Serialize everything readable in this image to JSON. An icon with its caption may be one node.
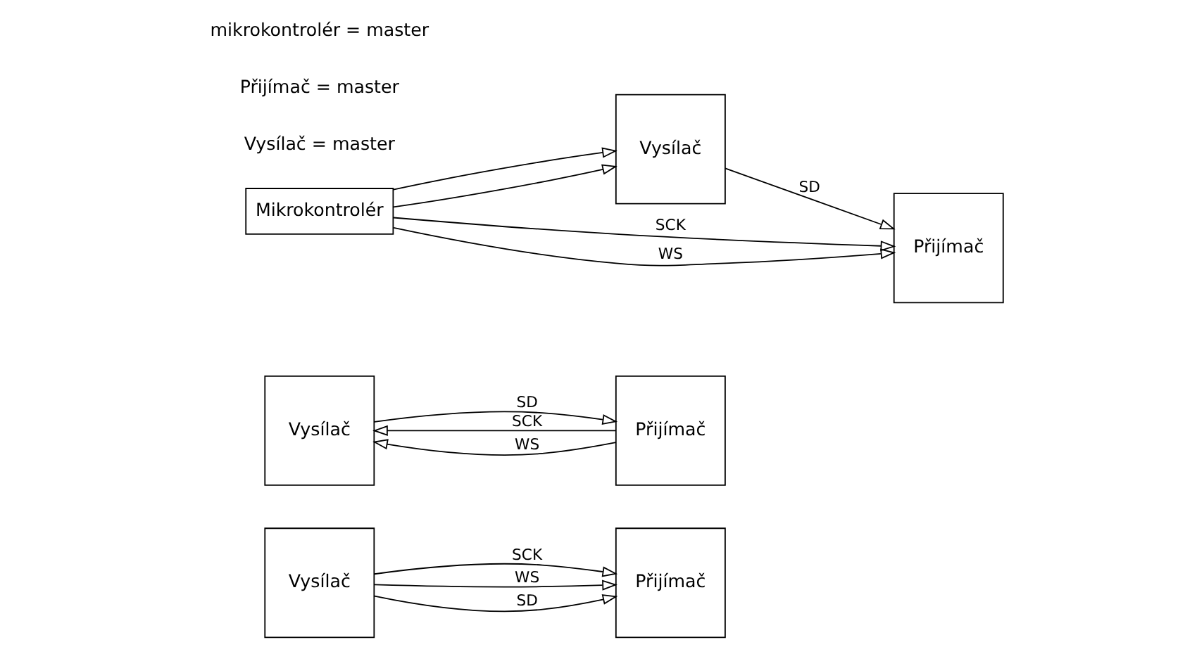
{
  "diagram": {
    "nodes": [
      {
        "text": [
          "Vysílač"
        ]
      },
      {
        "text": [
          "Přijímač"
        ]
      },
      {
        "text": [
          "Vysílač"
        ]
      },
      {
        "text": [
          "Přijímač"
        ]
      },
      {
        "text": [
          "Mikrokontrolér"
        ]
      },
      {
        "text": [
          "Vysílač"
        ]
      },
      {
        "text": [
          "Přijímač"
        ]
      }
    ],
    "edges": [
      {
        "from": 0,
        "to": 1,
        "arrow": "to",
        "label": "SCK"
      },
      {
        "from": 0,
        "to": 1,
        "arrow": "to",
        "label": "WS"
      },
      {
        "from": 0,
        "to": 1,
        "arrow": "to",
        "label": "SD"
      },
      {
        "from": 3,
        "to": 2,
        "arrow": "to",
        "label": "SCK"
      },
      {
        "from": 3,
        "to": 2,
        "arrow": "to",
        "label": "WS"
      },
      {
        "from": 2,
        "to": 3,
        "arrow": "to",
        "label": "SD"
      },
      {
        "from": 4,
        "to": 5,
        "arrow": "to"
      },
      {
        "from": 4,
        "to": 6,
        "arrow": "to",
        "label": "SCK"
      },
      {
        "from": 4,
        "to": 5,
        "arrow": "to"
      },
      {
        "from": 4,
        "to": 6,
        "arrow": "to",
        "label": "WS"
      },
      {
        "from": 5,
        "to": 6,
        "arrow": "to",
        "label": "SD"
      }
    ],
    "labels": [
      "Vysílač = master",
      "Přijímač = master",
      "mikrokontrolér = master"
    ]
  }
}
